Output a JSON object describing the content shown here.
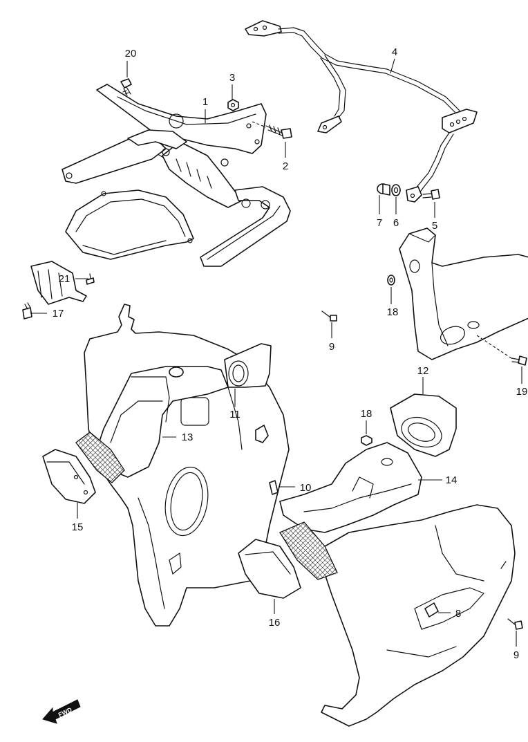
{
  "callouts": [
    {
      "id": "c1",
      "label": "1"
    },
    {
      "id": "c2",
      "label": "2"
    },
    {
      "id": "c3",
      "label": "3"
    },
    {
      "id": "c4",
      "label": "4"
    },
    {
      "id": "c5",
      "label": "5"
    },
    {
      "id": "c6",
      "label": "6"
    },
    {
      "id": "c7",
      "label": "7"
    },
    {
      "id": "c8",
      "label": "8"
    },
    {
      "id": "c9a",
      "label": "9"
    },
    {
      "id": "c9b",
      "label": "9"
    },
    {
      "id": "c10",
      "label": "10"
    },
    {
      "id": "c11",
      "label": "11"
    },
    {
      "id": "c12",
      "label": "12"
    },
    {
      "id": "c13",
      "label": "13"
    },
    {
      "id": "c14",
      "label": "14"
    },
    {
      "id": "c15",
      "label": "15"
    },
    {
      "id": "c16",
      "label": "16"
    },
    {
      "id": "c17",
      "label": "17"
    },
    {
      "id": "c18a",
      "label": "18"
    },
    {
      "id": "c18b",
      "label": "18"
    },
    {
      "id": "c19",
      "label": "19"
    },
    {
      "id": "c20",
      "label": "20"
    },
    {
      "id": "c21",
      "label": "21"
    }
  ],
  "fwd_indicator": {
    "label": "FWD",
    "icon": "fwd-arrow-icon"
  },
  "colors": {
    "line": "#111111",
    "background": "#ffffff"
  }
}
